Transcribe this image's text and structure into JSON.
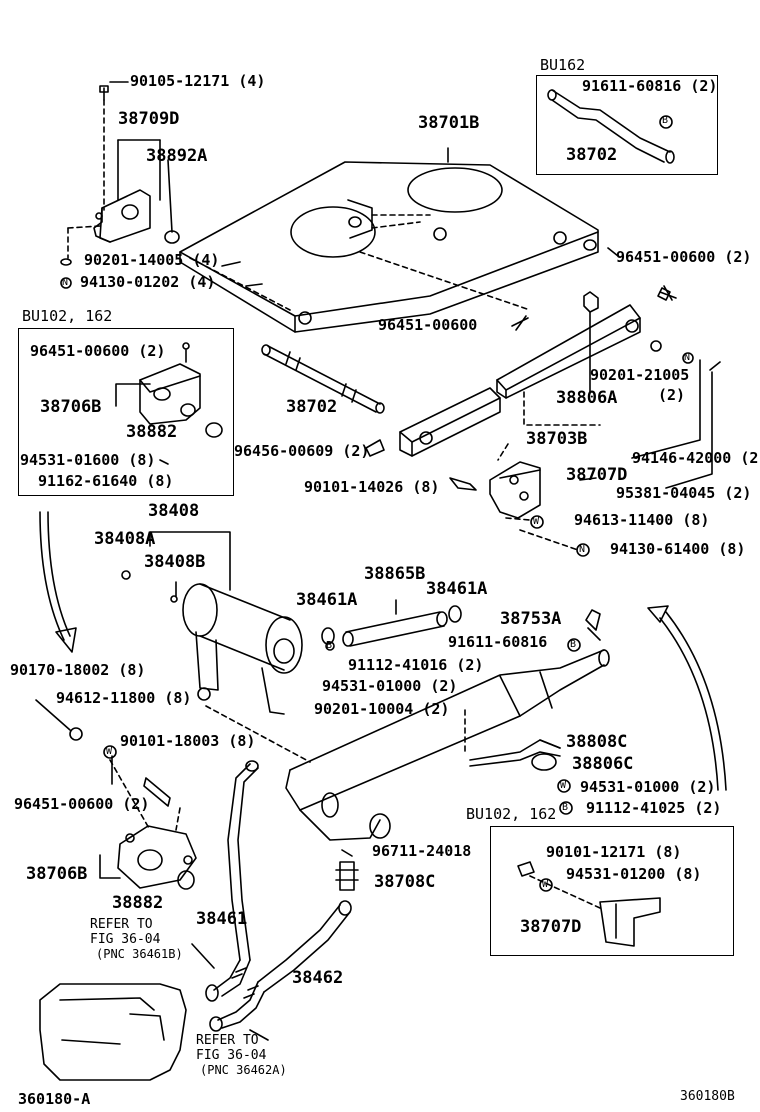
{
  "diagram": {
    "figure_code": "360180-A",
    "figure_ref": "360180B",
    "box_labels": {
      "top_right": "BU162",
      "left": "BU102, 162",
      "bottom_right": "BU102, 162"
    },
    "parts": {
      "p90105_12171": "90105-12171 (4)",
      "p38709D": "38709D",
      "p38892A": "38892A",
      "p38701B": "38701B",
      "p91611_60816_top": "91611-60816 (2)",
      "p38702_top": "38702",
      "p90201_14005": "90201-14005 (4)",
      "p94130_01202": "94130-01202 (4)",
      "p96451_00600_right": "96451-00600 (2)",
      "p96451_00600_mid": "96451-00600",
      "p96451_00600_box": "96451-00600 (2)",
      "p38706B_box": "38706B",
      "p38882_box": "38882",
      "p94531_01600": "94531-01600 (8)",
      "p91162_61640": "91162-61640 (8)",
      "p38702_mid": "38702",
      "p90201_21005": "90201-21005",
      "p90201_21005_qty": "(2)",
      "p38806A": "38806A",
      "p38703B": "38703B",
      "p96456_00609": "96456-00609 (2)",
      "p94146_42000": "94146-42000 (2)",
      "p38707D_top": "38707D",
      "p95381_04045": "95381-04045 (2)",
      "p90101_14026": "90101-14026 (8)",
      "p94613_11400": "94613-11400 (8)",
      "p94130_61400": "94130-61400 (8)",
      "p38408": "38408",
      "p38408A": "38408A",
      "p38408B": "38408B",
      "p38865B": "38865B",
      "p38461A_left": "38461A",
      "p38461A_right": "38461A",
      "p38753A": "38753A",
      "p91611_60816_mid": "91611-60816",
      "p90170_18002": "90170-18002 (8)",
      "p91112_41016": "91112-41016 (2)",
      "p94612_11800": "94612-11800 (8)",
      "p94531_01000_mid": "94531-01000 (2)",
      "p90201_10004": "90201-10004 (2)",
      "p90101_18003": "90101-18003 (8)",
      "p38808C": "38808C",
      "p38806C": "38806C",
      "p96451_00600_low": "96451-00600 (2)",
      "p94531_01000_right": "94531-01000 (2)",
      "p91112_41025": "91112-41025 (2)",
      "p38706B_low": "38706B",
      "p38882_low": "38882",
      "p96711_24018": "96711-24018",
      "p90101_12171": "90101-12171 (8)",
      "p38708C": "38708C",
      "p94531_01200": "94531-01200 (8)",
      "p38461": "38461",
      "p38707D_low": "38707D",
      "p38462": "38462",
      "refer1_a": "REFER TO",
      "refer1_b": "FIG 36-04",
      "refer1_c": "(PNC 36461B)",
      "refer2_a": "REFER TO",
      "refer2_b": "FIG 36-04",
      "refer2_c": "(PNC 36462A)"
    },
    "washer_letters": {
      "B": "B",
      "N": "N",
      "W": "W"
    }
  }
}
